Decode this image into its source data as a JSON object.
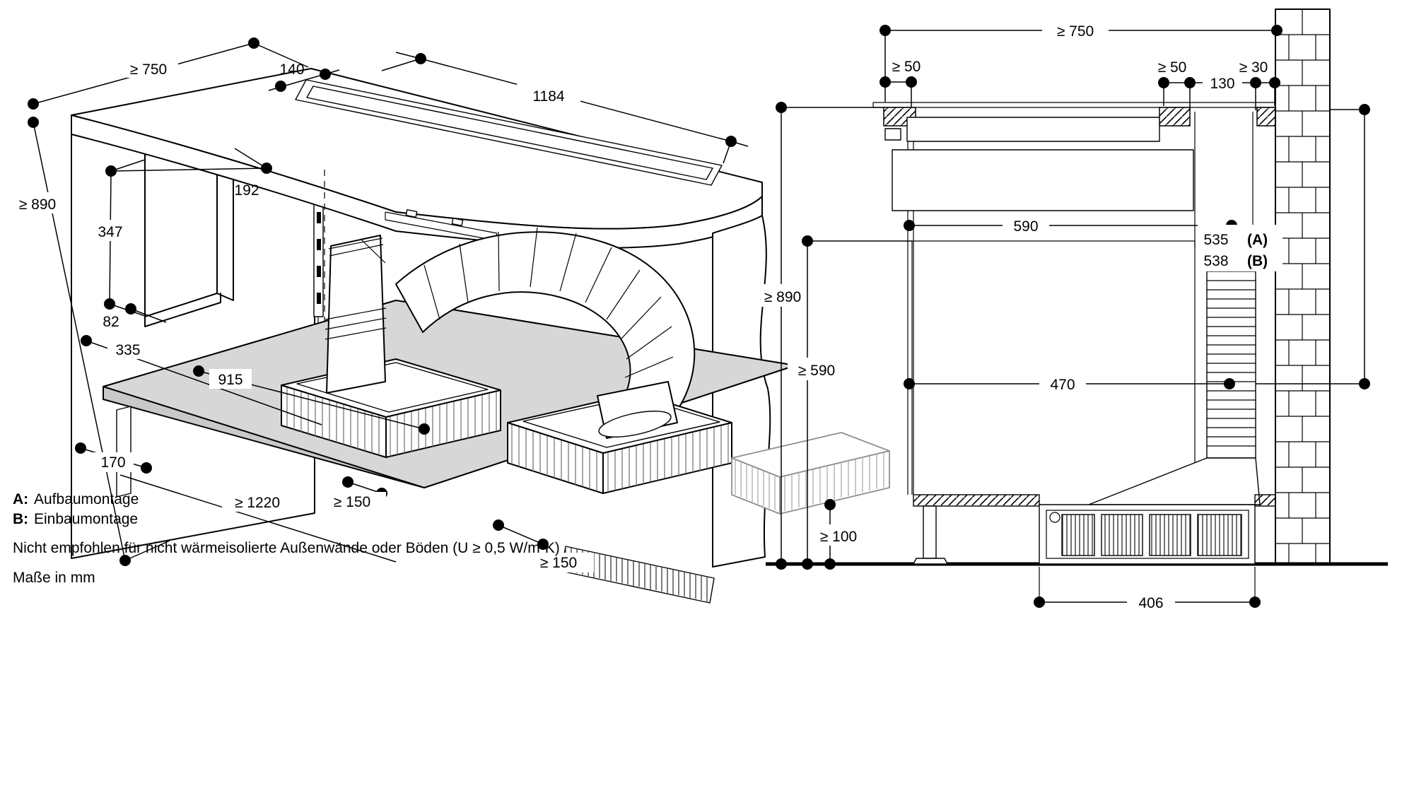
{
  "footer": {
    "legend": [
      {
        "key": "A:",
        "value": "Aufbaumontage"
      },
      {
        "key": "B:",
        "value": "Einbaumontage"
      }
    ],
    "note": "Nicht empfohlen für nicht wärmeisolierte Außenwände oder Böden (U ≥ 0,5 W/m²K)",
    "units": "Maße in mm"
  },
  "iso": {
    "dims": {
      "depth": "≥ 750",
      "slot_offset": "140",
      "slot_length": "1184",
      "height": "≥ 890",
      "blower_width": "192",
      "blower_height": "347",
      "blower_gap": "82",
      "shelf_depth": "335",
      "duct_run": "915",
      "shelf_drop": "170",
      "niche_width": "≥ 1220",
      "clearance_front": "≥ 150",
      "clearance_side": "≥ 150"
    }
  },
  "section": {
    "dims": {
      "depth": "≥ 750",
      "gap_front": "≥ 50",
      "gap_rear": "≥ 50",
      "gap_wall": "≥ 30",
      "duct_width": "130",
      "top_width": "590",
      "height_a": "535",
      "height_a_tag": "(A)",
      "height_b": "538",
      "height_b_tag": "(B)",
      "total_height": "≥ 890",
      "clearance_height": "≥ 590",
      "bottom_width": "470",
      "floor_gap": "≥ 100",
      "grille_width": "406"
    }
  }
}
